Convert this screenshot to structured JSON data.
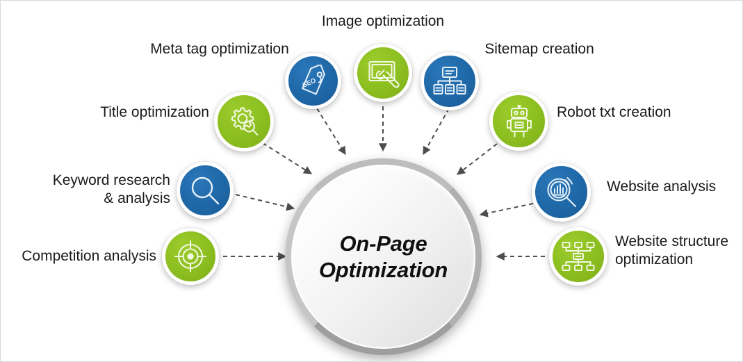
{
  "diagram": {
    "title": "On-Page Optimization",
    "hub": {
      "line1": "On-Page",
      "line2": "Optimization",
      "text": "On-Page\nOptimization"
    },
    "colors": {
      "green": "#8cbf20",
      "blue": "#1f68a8",
      "hub_ring": "#b0b0b0",
      "arrow": "#4d4d4d",
      "text": "#1a1a1a",
      "canvas_border": "#d9d9d9",
      "background": "#ffffff"
    },
    "nodes": [
      {
        "id": "title-optimization",
        "label": "Title optimization",
        "color": "green",
        "icon": "gear-magnifier-icon",
        "label_align": "right"
      },
      {
        "id": "meta-tag-optimization",
        "label": "Meta tag optimization",
        "color": "blue",
        "icon": "seo-tag-icon",
        "label_align": "center"
      },
      {
        "id": "image-optimization",
        "label": "Image optimization",
        "color": "green",
        "icon": "image-wrench-icon",
        "label_align": "center"
      },
      {
        "id": "sitemap-creation",
        "label": "Sitemap creation",
        "color": "blue",
        "icon": "sitemap-tree-icon",
        "label_align": "center"
      },
      {
        "id": "robot-txt-creation",
        "label": "Robot txt creation",
        "color": "green",
        "icon": "robot-icon",
        "label_align": "left"
      },
      {
        "id": "website-analysis",
        "label": "Website analysis",
        "color": "blue",
        "icon": "chart-magnifier-icon",
        "label_align": "left"
      },
      {
        "id": "website-structure-optimization",
        "label": "Website structure\noptimization",
        "color": "green",
        "icon": "org-chart-icon",
        "label_align": "left"
      },
      {
        "id": "competition-analysis",
        "label": "Competition analysis",
        "color": "green",
        "icon": "target-crosshair-icon",
        "label_align": "right"
      },
      {
        "id": "keyword-research-analysis",
        "label": "Keyword research\n& analysis",
        "color": "blue",
        "icon": "magnifier-icon",
        "label_align": "right"
      }
    ]
  }
}
